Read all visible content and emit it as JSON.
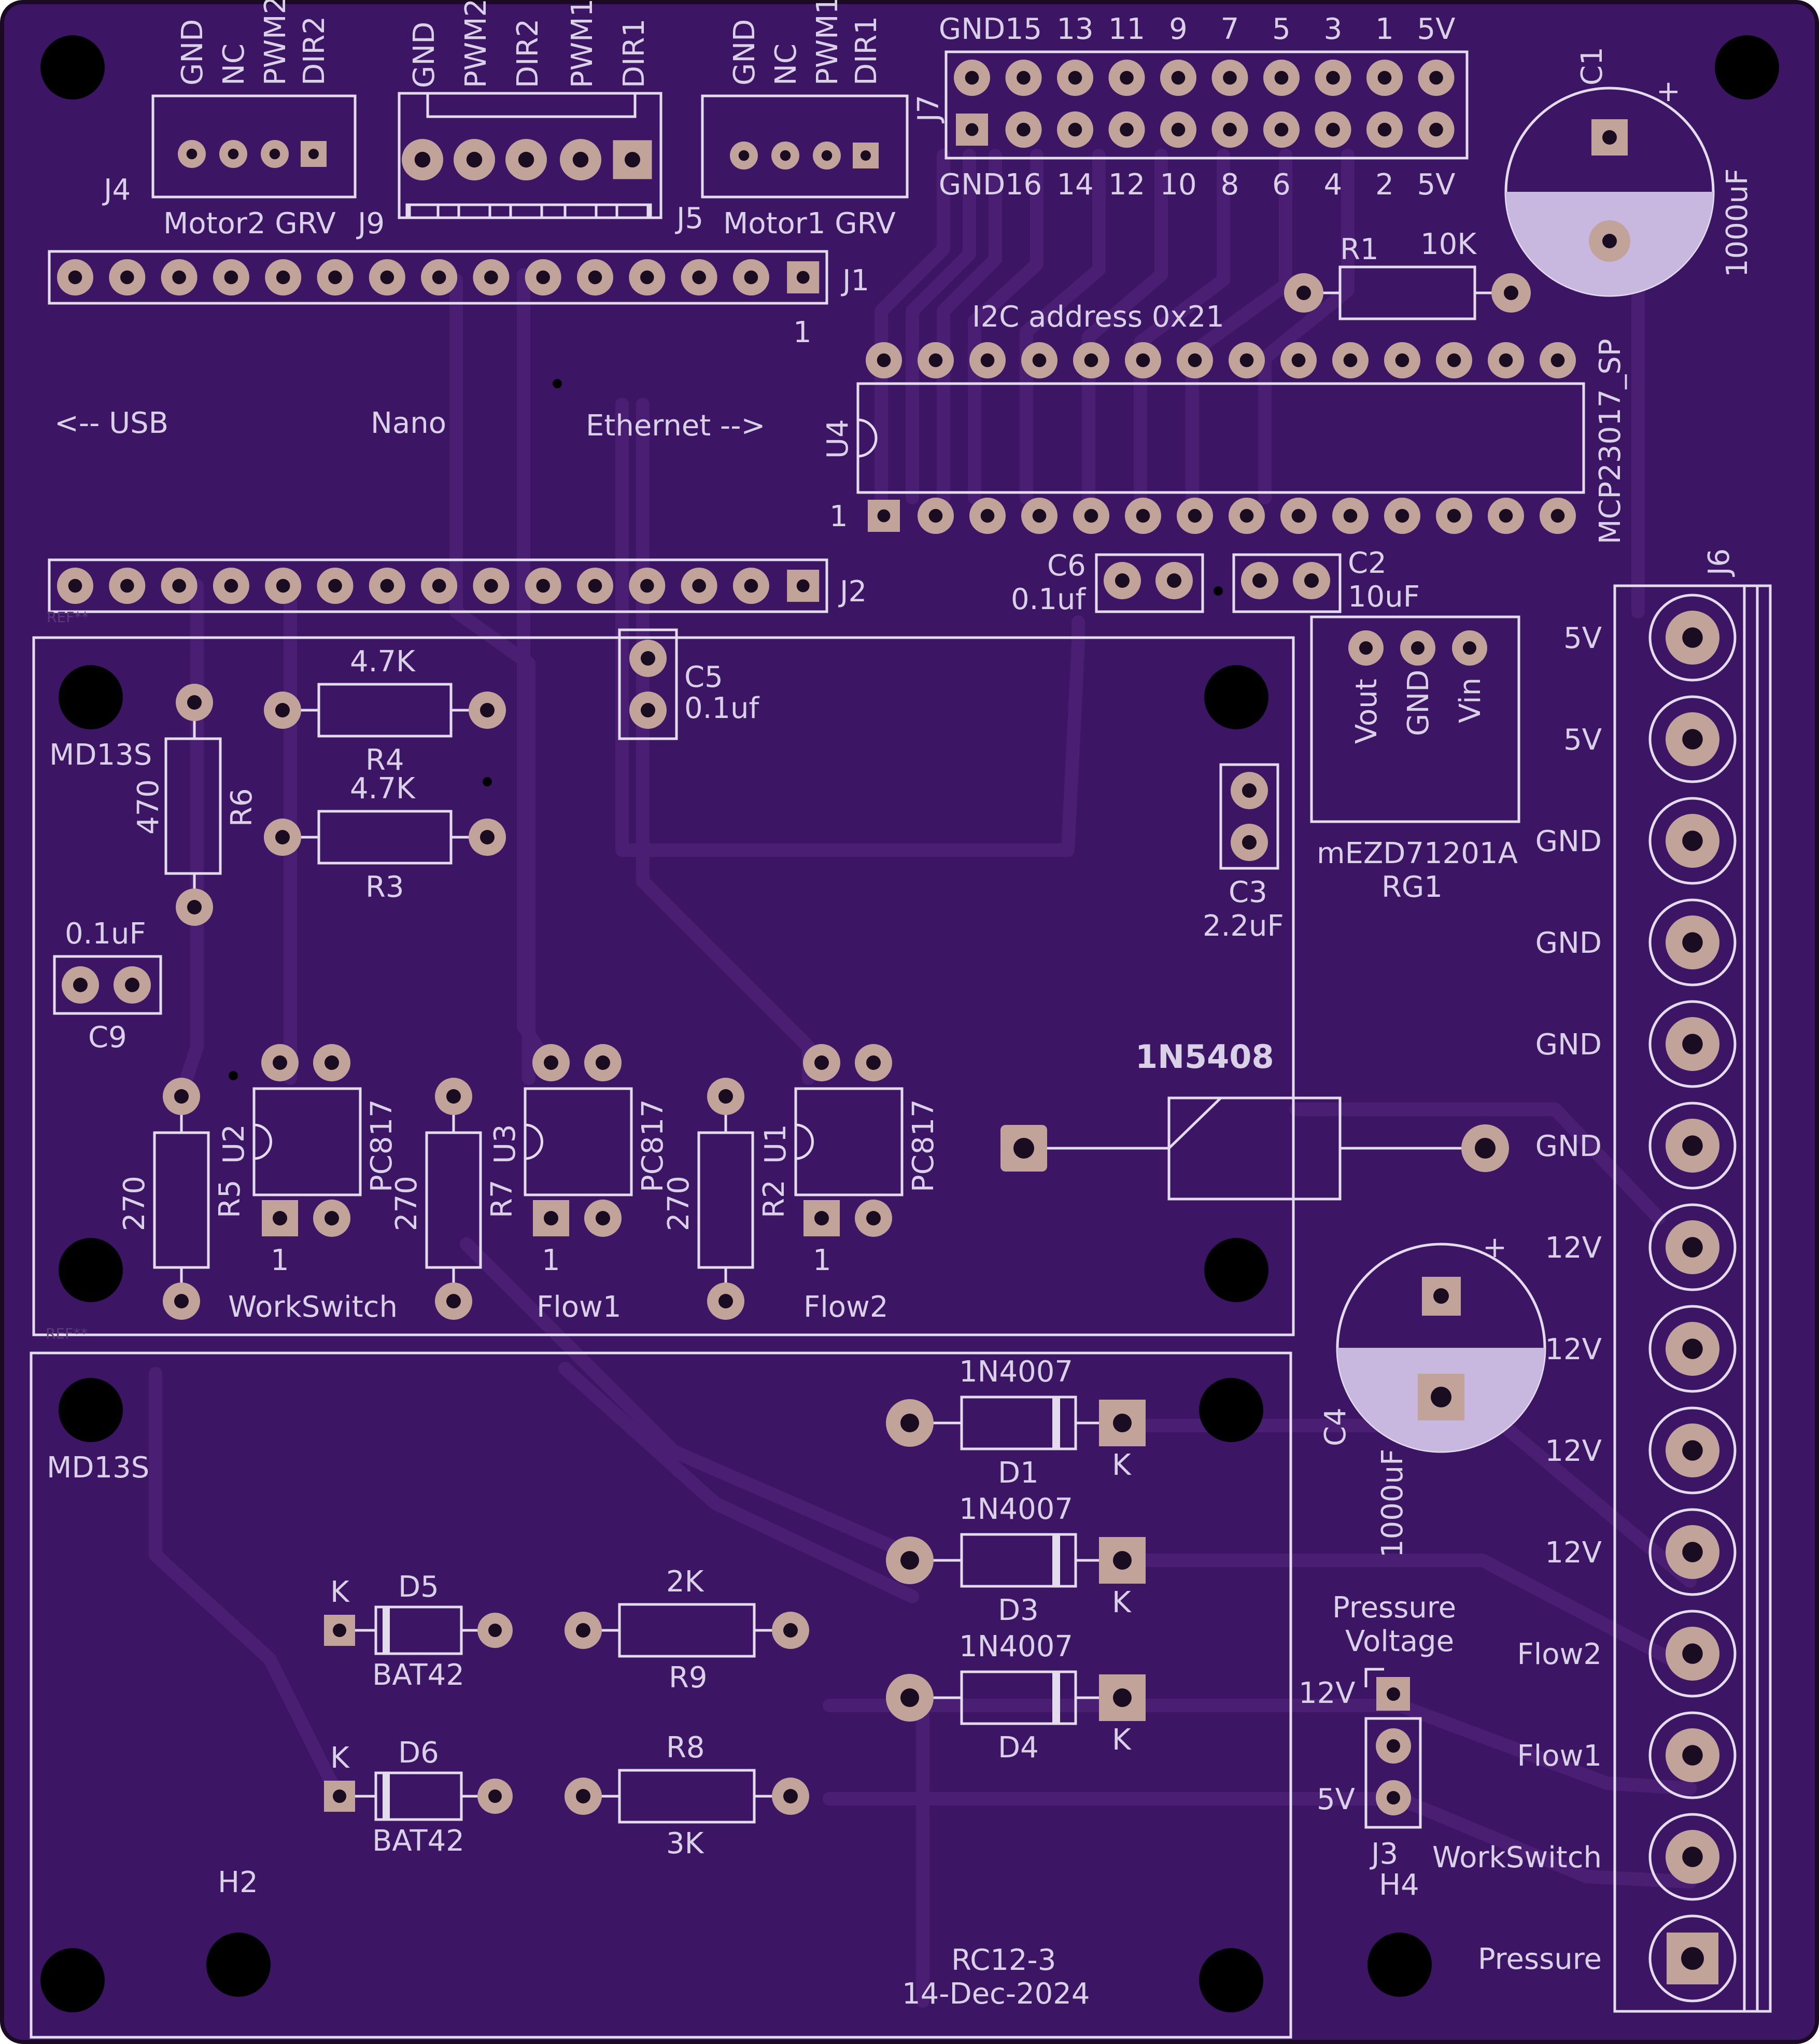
{
  "colors": {
    "board": "#3d1565",
    "board_edge": "#1a0a22",
    "trace": "#4a1f73",
    "silkscreen": "#e3dcec",
    "pad": "#c2a39a",
    "capacitor_band": "#c8b8e0"
  },
  "labels": {
    "usb": "<-- USB",
    "nano": "Nano",
    "ethernet": "Ethernet -->",
    "i2c": "I2C address 0x21",
    "md13s_top": "MD13S",
    "md13s_bottom": "MD13S",
    "board_rev": "RC12-3",
    "board_date": "14-Dec-2024",
    "pressure_voltage_1": "Pressure",
    "pressure_voltage_2": "Voltage",
    "ref_a": "REF**",
    "ref_b": "REF**",
    "h2": "H2",
    "h4": "H4"
  },
  "j4": {
    "ref": "J4",
    "pins": [
      "GND",
      "NC",
      "PWM2",
      "DIR2"
    ],
    "caption": "Motor2 GRV"
  },
  "j9": {
    "ref": "J9",
    "pins": [
      "GND",
      "PWM2",
      "DIR2",
      "PWM1",
      "DIR1"
    ]
  },
  "j5": {
    "ref": "J5",
    "pins": [
      "GND",
      "NC",
      "PWM1",
      "DIR1"
    ],
    "caption": "Motor1 GRV"
  },
  "j7": {
    "ref": "J7",
    "top": [
      "GND",
      "15",
      "13",
      "11",
      "9",
      "7",
      "5",
      "3",
      "1",
      "5V"
    ],
    "bottom": [
      "GND",
      "16",
      "14",
      "12",
      "10",
      "8",
      "6",
      "4",
      "2",
      "5V"
    ]
  },
  "j1": {
    "ref": "J1",
    "pin1": "1"
  },
  "j2": {
    "ref": "J2"
  },
  "u4": {
    "ref": "U4",
    "value": "MCP23017_SP",
    "pin1": "1"
  },
  "r1": {
    "ref": "R1",
    "value": "10K"
  },
  "c1": {
    "ref": "C1",
    "value": "1000uF",
    "plus": "+"
  },
  "c4": {
    "ref": "C4",
    "value": "1000uF",
    "plus": "+"
  },
  "c6": {
    "ref": "C6",
    "value": "0.1uf"
  },
  "c2": {
    "ref": "C2",
    "value": "10uF"
  },
  "c5": {
    "ref": "C5",
    "value": "0.1uf"
  },
  "c3": {
    "ref": "C3",
    "value": "2.2uF"
  },
  "c9": {
    "ref": "C9",
    "value": "0.1uF"
  },
  "rg1": {
    "ref": "RG1",
    "value": "mEZD71201A",
    "pins": [
      "Vout",
      "GND",
      "Vin"
    ]
  },
  "r4": {
    "ref": "R4",
    "value": "4.7K"
  },
  "r3": {
    "ref": "R3",
    "value": "4.7K"
  },
  "r6": {
    "ref": "R6",
    "value": "470"
  },
  "r5": {
    "ref": "R5",
    "value": "270"
  },
  "r7": {
    "ref": "R7",
    "value": "270"
  },
  "r2": {
    "ref": "R2",
    "value": "270"
  },
  "u2": {
    "ref": "U2",
    "value": "PC817",
    "pin1": "1",
    "caption": "WorkSwitch"
  },
  "u3": {
    "ref": "U3",
    "value": "PC817",
    "pin1": "1",
    "caption": "Flow1"
  },
  "u1": {
    "ref": "U1",
    "value": "PC817",
    "pin1": "1",
    "caption": "Flow2"
  },
  "d_main": {
    "value": "1N5408"
  },
  "d1": {
    "ref": "D1",
    "value": "1N4007",
    "k": "K"
  },
  "d3": {
    "ref": "D3",
    "value": "1N4007",
    "k": "K"
  },
  "d4": {
    "ref": "D4",
    "value": "1N4007",
    "k": "K"
  },
  "d5": {
    "ref": "D5",
    "value": "BAT42",
    "k": "K"
  },
  "d6": {
    "ref": "D6",
    "value": "BAT42",
    "k": "K"
  },
  "r9": {
    "ref": "R9",
    "value": "2K"
  },
  "r8": {
    "ref": "R8",
    "value": "3K"
  },
  "j3": {
    "ref": "J3",
    "pin_12v": "12V",
    "pin_5v": "5V"
  },
  "j6": {
    "ref": "J6",
    "pins": [
      "5V",
      "5V",
      "GND",
      "GND",
      "GND",
      "GND",
      "12V",
      "12V",
      "12V",
      "12V",
      "Flow2",
      "Flow1",
      "WorkSwitch",
      "Pressure"
    ]
  }
}
